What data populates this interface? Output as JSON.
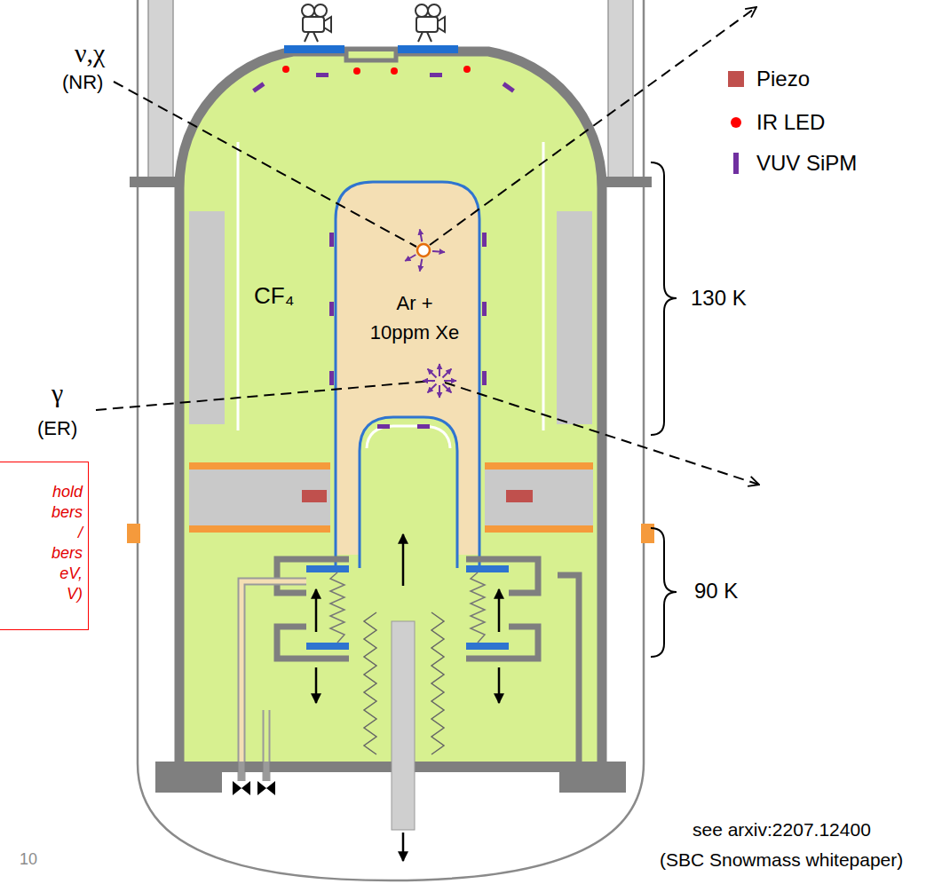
{
  "diagram": {
    "nodes": [
      {
        "text": [
          "CF₄"
        ]
      },
      {
        "text": [
          "Ar + 10ppm Xe"
        ],
        "in": 0
      },
      {
        "text": [
          "hold bers / bers eV, V)"
        ]
      }
    ],
    "labels": [
      "ν,χ",
      "(NR)",
      "γ",
      "(ER)",
      "130 K",
      "90 K",
      "see arxiv:2207.12400",
      "(SBC Snowmass whitepaper)",
      "10"
    ],
    "legend": [
      {
        "text": "Piezo",
        "color": "#c0504d"
      },
      {
        "text": "IR LED"
      },
      {
        "text": "VUV SiPM"
      }
    ]
  }
}
